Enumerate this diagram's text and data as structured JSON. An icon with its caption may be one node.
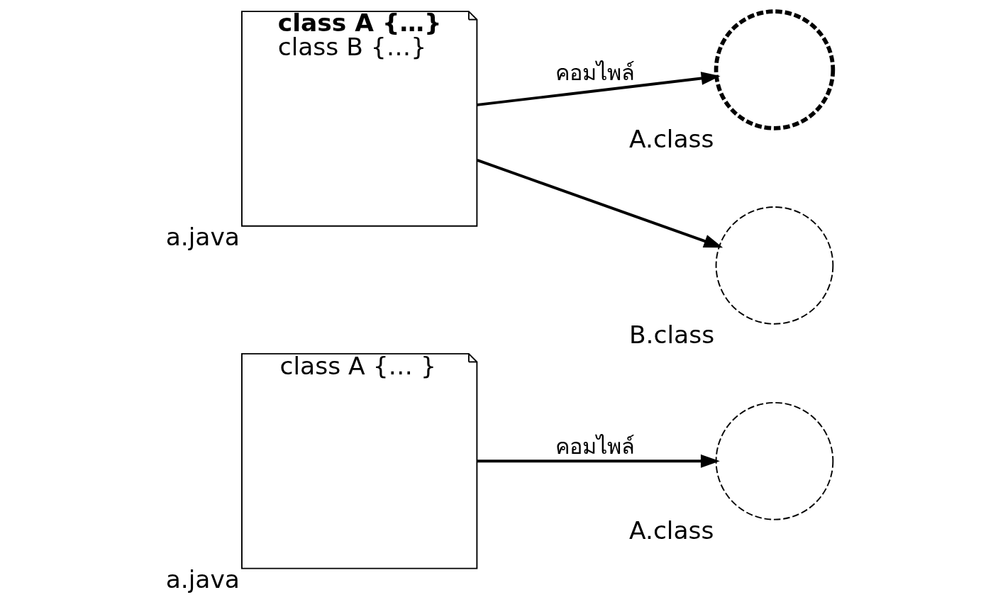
{
  "diagram": {
    "nodes": [
      {
        "text": [
          "class A {… }"
        ],
        "beside": [
          "a.java"
        ]
      },
      {
        "text": [],
        "shape": "circle",
        "beside": [
          "A.class"
        ]
      },
      {
        "text": [
          "class A {…}",
          "class B {…}"
        ],
        "beside": [
          "a.java"
        ]
      },
      {
        "text": [],
        "shape": "circle",
        "beside": [
          "A.class"
        ]
      },
      {
        "text": [],
        "shape": "circle",
        "beside": [
          "B.class"
        ]
      }
    ],
    "edges": [
      {
        "from": 0,
        "to": 1,
        "arrow": "to",
        "label": "คอมไพล์"
      },
      {
        "from": 2,
        "to": 3,
        "arrow": "to",
        "label": "คอมไพล์"
      },
      {
        "from": 2,
        "to": 4,
        "arrow": "to"
      }
    ]
  }
}
